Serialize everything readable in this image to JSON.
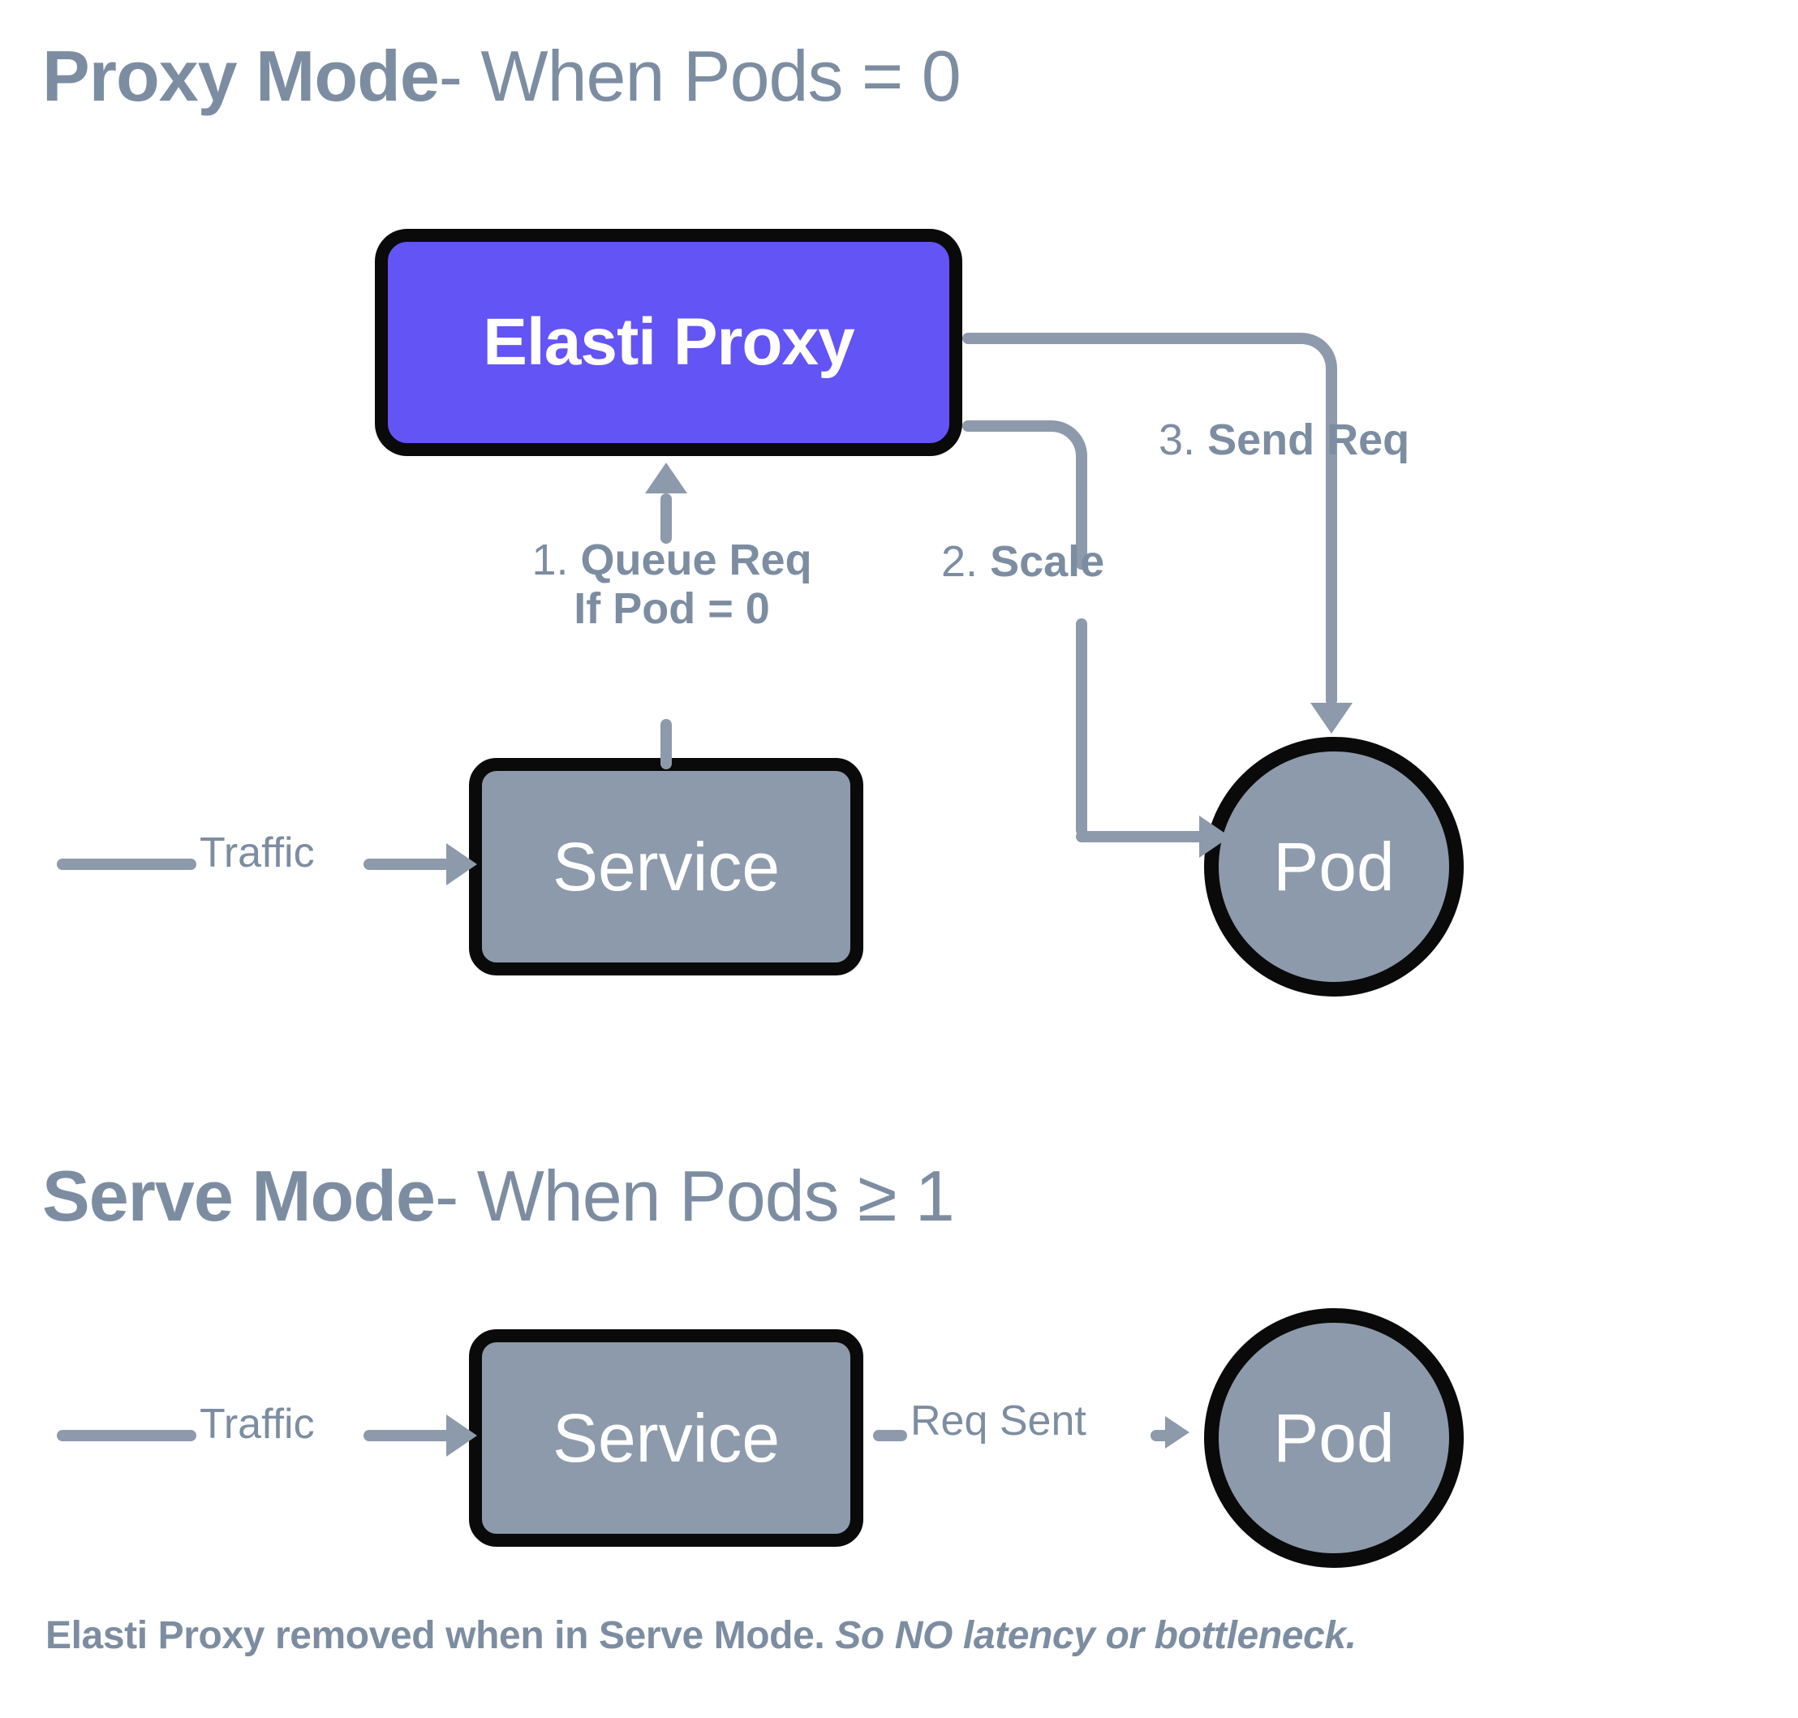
{
  "diagram": {
    "background_color": "#ffffff",
    "accent_color": "#6354f5",
    "node_fill_color": "#8d9aab",
    "text_color": "#7d8da1",
    "outline_color": "#0a0a0a",
    "sections": [
      {
        "id": "proxy-mode",
        "title_strong": "Proxy Mode",
        "title_rest": "- When Pods = 0",
        "title_full": "Proxy Mode- When Pods = 0"
      },
      {
        "id": "serve-mode",
        "title_strong": "Serve Mode",
        "title_rest": "- When Pods ≥ 1",
        "title_full": "Serve Mode- When Pods ≥ 1"
      }
    ],
    "nodes": {
      "elasti_proxy": "Elasti Proxy",
      "service_proxy_mode": "Service",
      "pod_proxy_mode": "Pod",
      "service_serve_mode": "Service",
      "pod_serve_mode": "Pod"
    },
    "edges": {
      "traffic_proxy": "Traffic",
      "traffic_serve": "Traffic",
      "queue_req_num": "1.",
      "queue_req_text": "Queue Req",
      "queue_req_cond": "If Pod = 0",
      "scale_num": "2.",
      "scale_text": "Scale",
      "send_req_num": "3.",
      "send_req_text": "Send Req",
      "req_sent": "Req Sent"
    },
    "footnote": {
      "lead": "Elasti Proxy removed when in Serve Mode.",
      "emphasis": "So NO latency or bottleneck."
    }
  }
}
